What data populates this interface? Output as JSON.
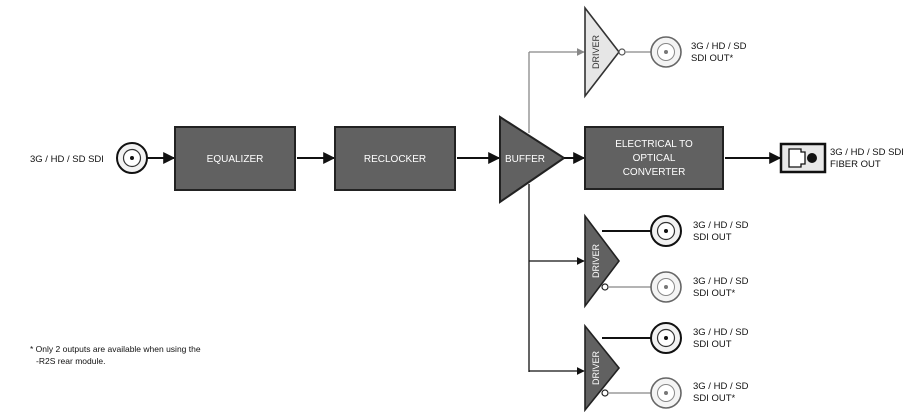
{
  "input": {
    "label": "3G / HD / SD SDI"
  },
  "blocks": {
    "equalizer": "EQUALIZER",
    "reclocker": "RECLOCKER",
    "buffer": "BUFFER",
    "converter": [
      "ELECTRICAL TO",
      "OPTICAL",
      "CONVERTER"
    ]
  },
  "drivers": {
    "label": "DRIVER"
  },
  "outputs": {
    "top": [
      "3G / HD / SD",
      "SDI OUT*"
    ],
    "fiber": [
      "3G / HD / SD SDI",
      "FIBER OUT"
    ],
    "d2a": [
      "3G / HD / SD",
      "SDI OUT"
    ],
    "d2b": [
      "3G / HD / SD",
      "SDI OUT*"
    ],
    "d3a": [
      "3G / HD / SD",
      "SDI OUT"
    ],
    "d3b": [
      "3G / HD / SD",
      "SDI OUT*"
    ]
  },
  "footnote": [
    "* Only 2 outputs are available when using the",
    "-R2S rear module."
  ],
  "colors": {
    "block": "#616161",
    "block_border": "#222222",
    "driver_light": "#e6e6e6",
    "line": "#111111",
    "line_grey": "#888888"
  }
}
